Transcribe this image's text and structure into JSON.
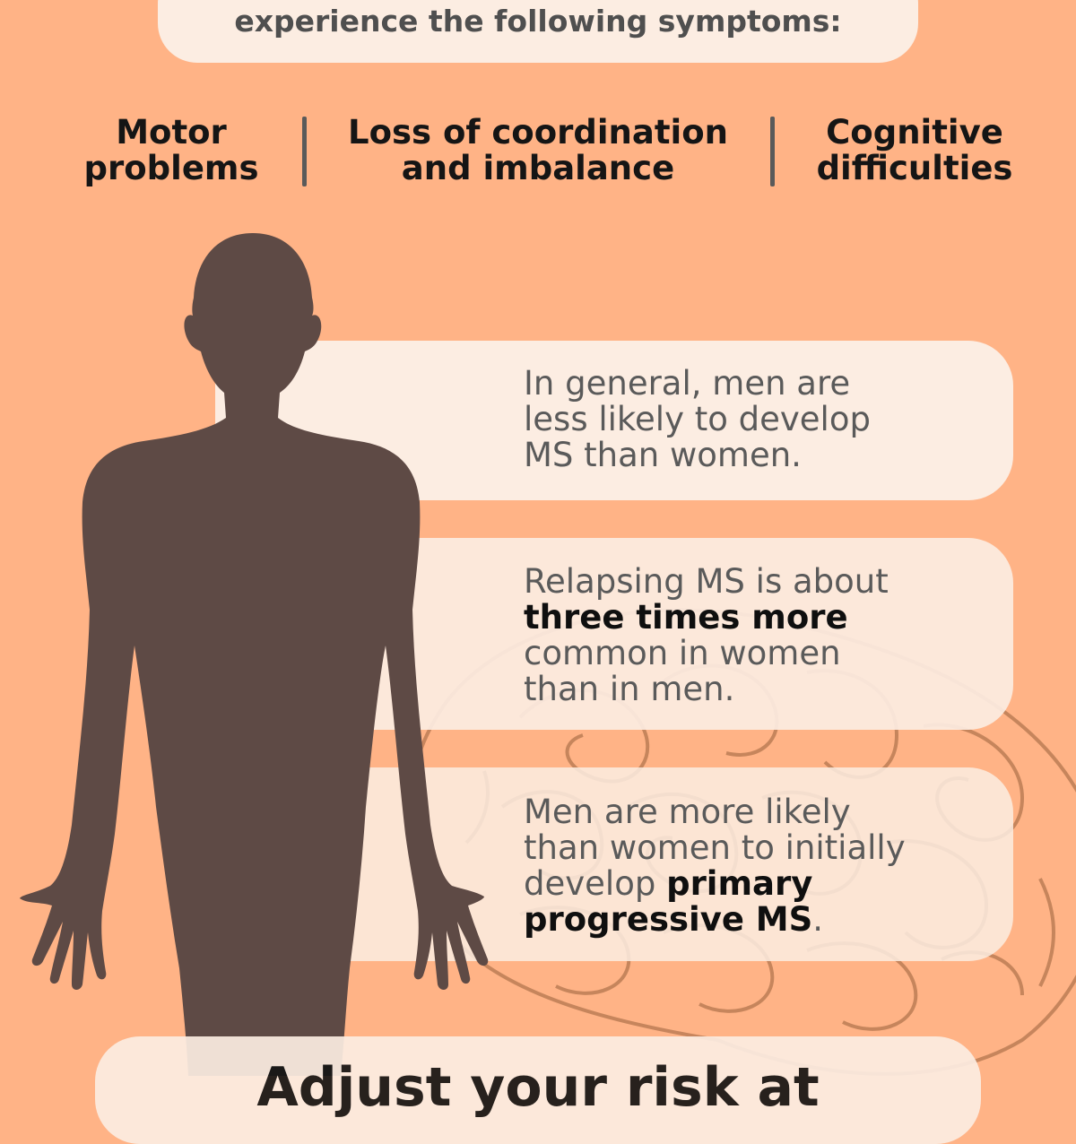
{
  "header": {
    "line": "experience the following symptoms:"
  },
  "symptoms": [
    {
      "line1": "Motor",
      "line2": "problems"
    },
    {
      "line1": "Loss of coordination",
      "line2": "and imbalance"
    },
    {
      "line1": "Cognitive",
      "line2": "difficulties"
    }
  ],
  "facts": [
    {
      "l1": "In general, men are",
      "l2": "less likely to develop",
      "l3": "MS than women."
    },
    {
      "l1": "Relapsing MS is about",
      "l2_bold": "three times more",
      "l3": "common in women",
      "l4": "than in men."
    },
    {
      "l1": "Men are more likely",
      "l2": "than women to initially",
      "l3a": "develop ",
      "l3_bold": "primary",
      "l4_bold": "progressive MS",
      "l4_end": "."
    }
  ],
  "bottom": {
    "partial_text": "Adjust your risk at"
  },
  "colors": {
    "background": "#FFB386",
    "card": "#FCEDE2",
    "silhouette": "#5E4A45",
    "brain_line": "#B97A5C"
  }
}
